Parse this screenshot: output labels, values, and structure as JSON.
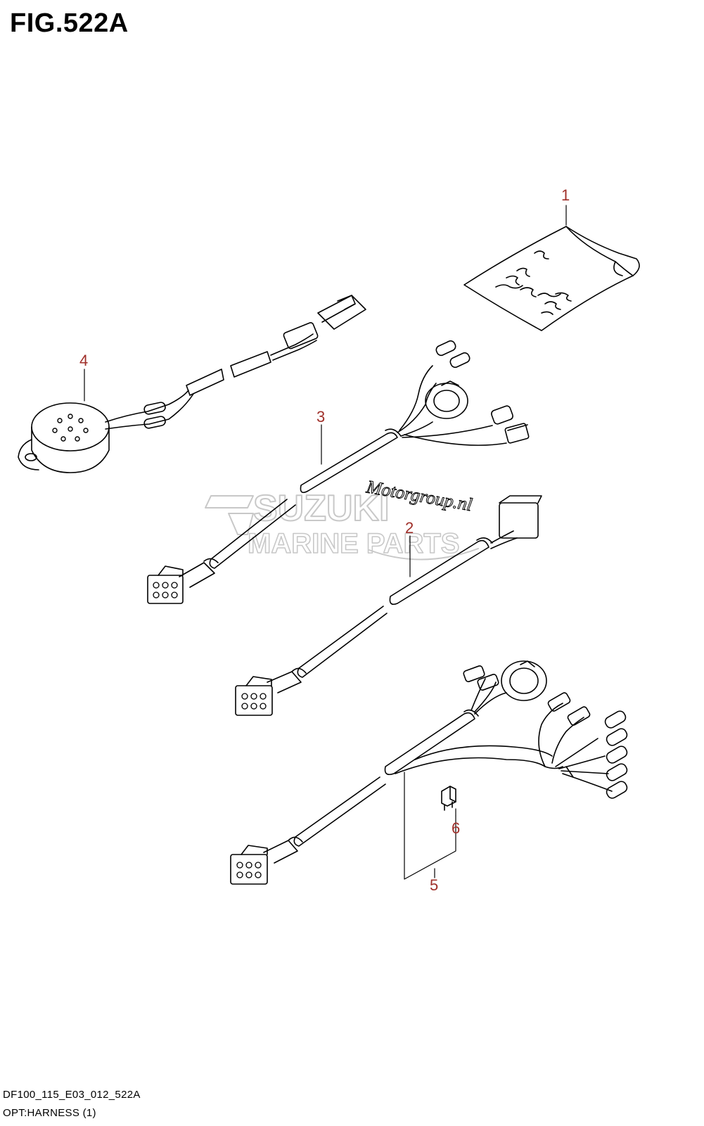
{
  "figure": {
    "title": "FIG.522A",
    "code": "DF100_115_E03_012_522A",
    "name": "OPT:HARNESS (1)"
  },
  "watermark": {
    "brand": "SUZUKI",
    "subtitle": "MARINE PARTS",
    "script": "Motorgroup.nl"
  },
  "callouts": [
    {
      "id": "1",
      "label": "1",
      "part": "document-bag"
    },
    {
      "id": "2",
      "label": "2",
      "part": "extension-harness"
    },
    {
      "id": "3",
      "label": "3",
      "part": "main-harness"
    },
    {
      "id": "4",
      "label": "4",
      "part": "buzzer"
    },
    {
      "id": "5",
      "label": "5",
      "part": "wiring-harness"
    },
    {
      "id": "6",
      "label": "6",
      "part": "fuse"
    }
  ],
  "colors": {
    "line": "#000000",
    "callout": "#a0302a",
    "watermark": "#c8c8c8"
  }
}
